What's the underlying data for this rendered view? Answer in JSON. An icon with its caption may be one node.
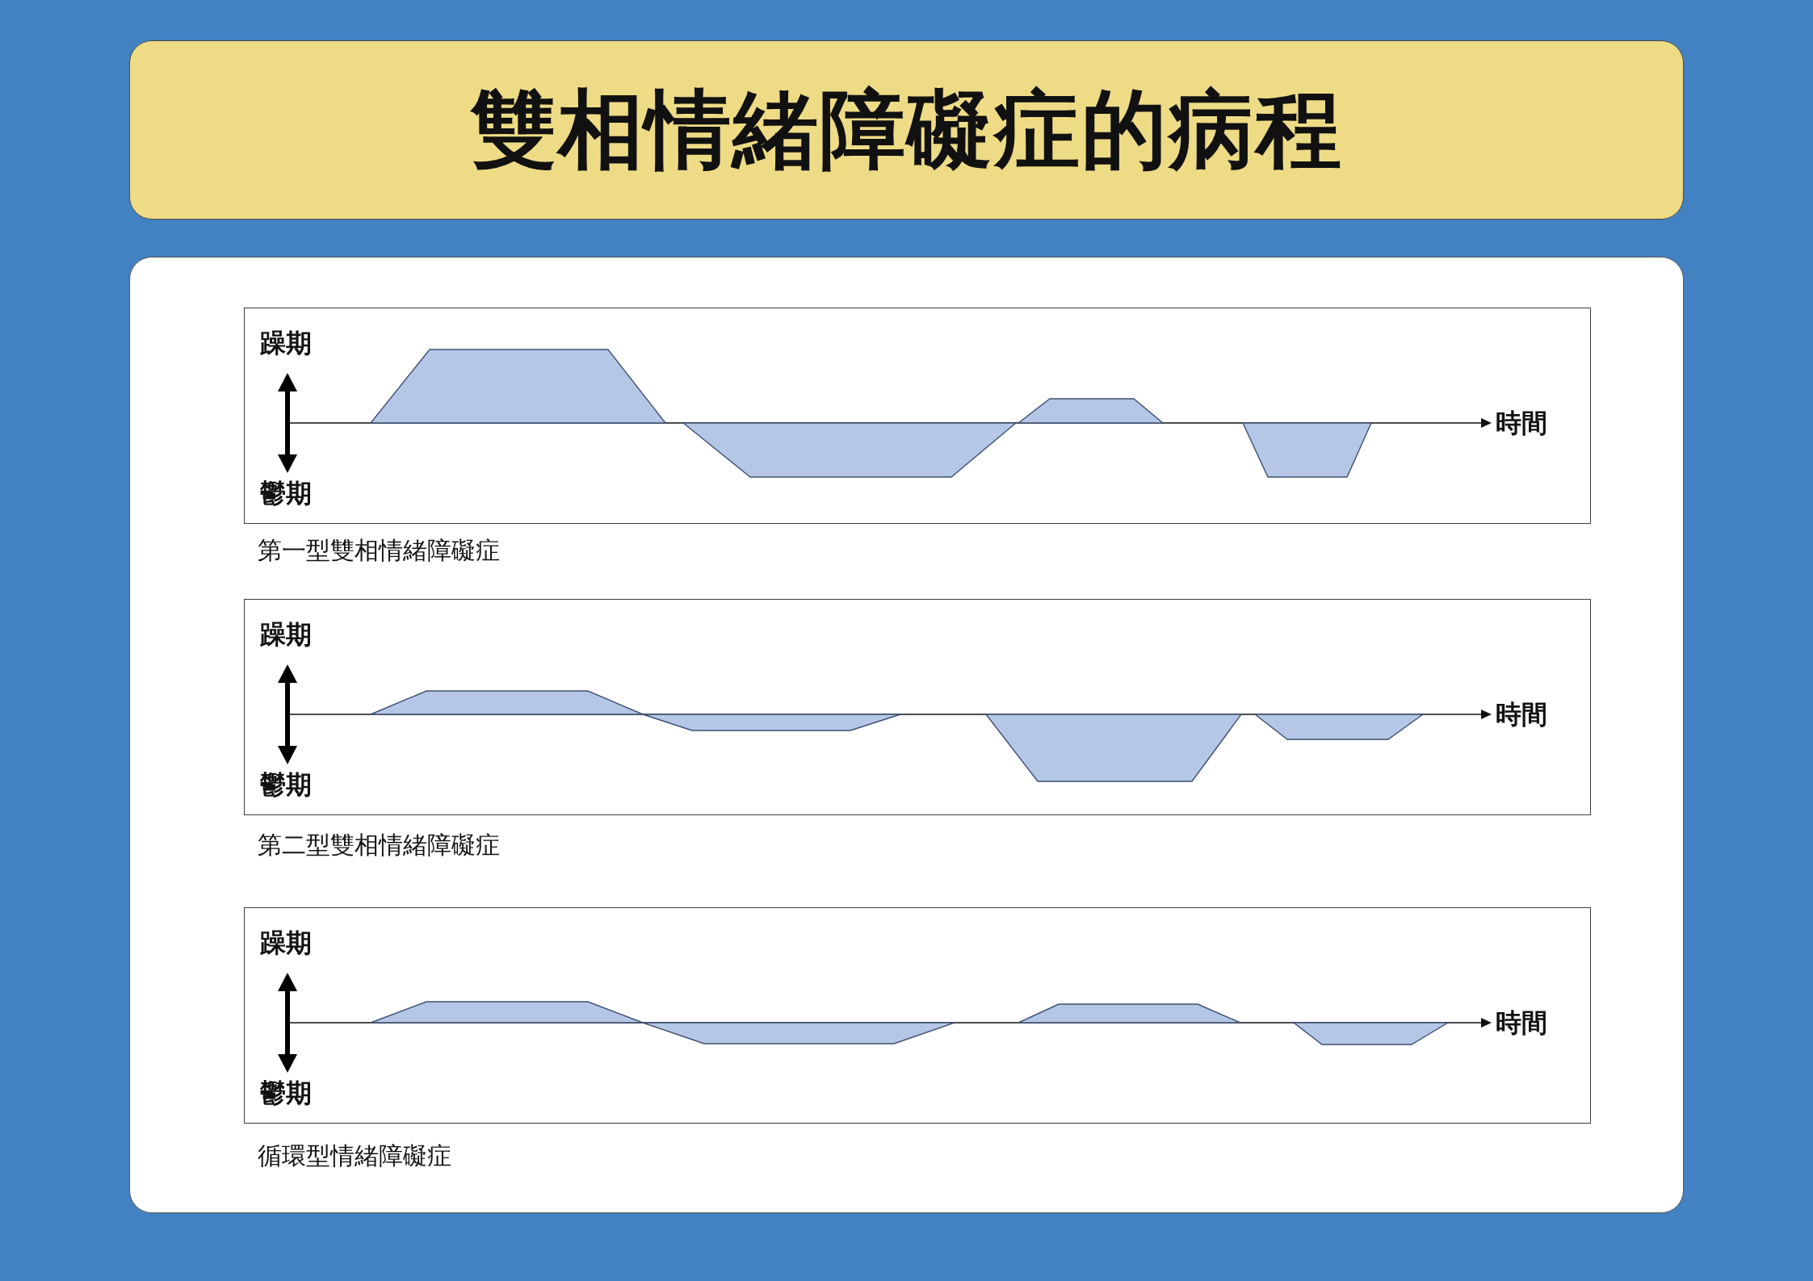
{
  "diagram": {
    "title": "雙相情緒障礙症的病程",
    "nodes": [
      {
        "text": [
          "躁期",
          "鬱期",
          "時間"
        ],
        "beside": [
          "第一型雙相情緒障礙症"
        ]
      },
      {
        "text": [
          "躁期",
          "鬱期",
          "時間"
        ],
        "beside": [
          "第二型雙相情緒障礙症"
        ]
      },
      {
        "text": [
          "躁期",
          "鬱期",
          "時間"
        ],
        "beside": [
          "循環型情緒障礙症"
        ]
      }
    ]
  }
}
